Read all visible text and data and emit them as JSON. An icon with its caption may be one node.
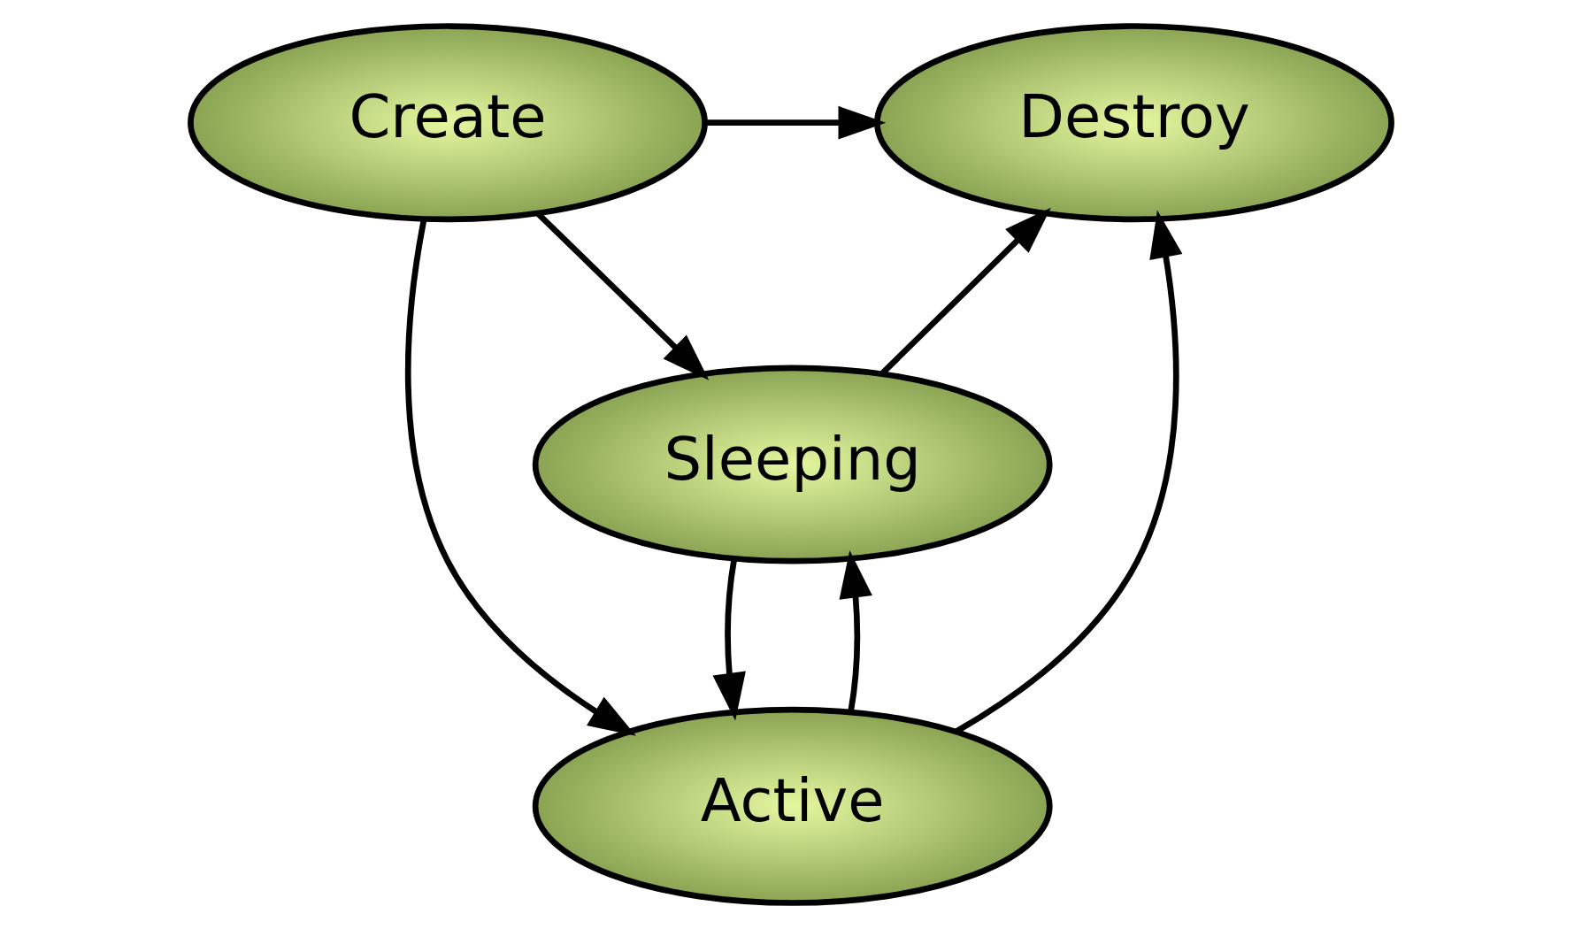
{
  "diagram": {
    "nodes": [
      {
        "text": [
          "Create"
        ]
      },
      {
        "text": [
          "Destroy"
        ]
      },
      {
        "text": [
          "Sleeping"
        ]
      },
      {
        "text": [
          "Active"
        ]
      }
    ],
    "edges": [
      {
        "from": 0,
        "to": 1,
        "arrow": "to"
      },
      {
        "from": 0,
        "to": 2,
        "arrow": "to"
      },
      {
        "from": 0,
        "to": 3,
        "arrow": "to"
      },
      {
        "from": 2,
        "to": 1,
        "arrow": "to"
      },
      {
        "from": 2,
        "to": 3,
        "arrow": "to"
      },
      {
        "from": 3,
        "to": 2,
        "arrow": "to"
      },
      {
        "from": 3,
        "to": 1,
        "arrow": "to"
      }
    ]
  }
}
